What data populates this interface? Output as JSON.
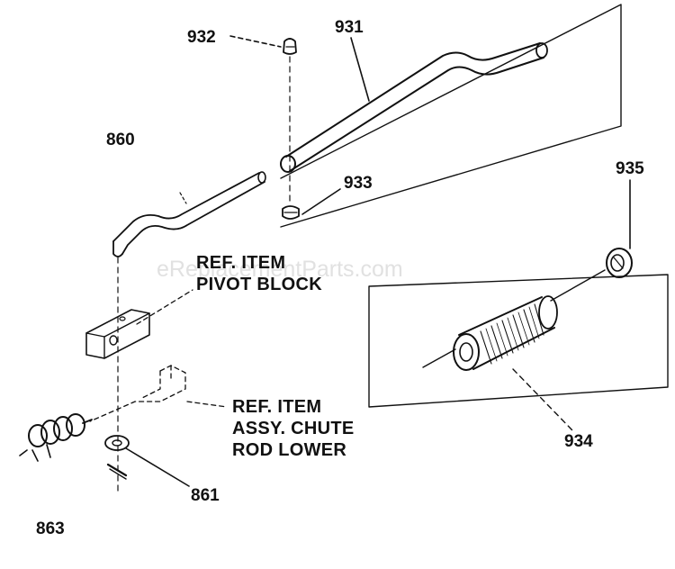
{
  "watermark": "eReplacementParts.com",
  "parts": [
    {
      "number": "932"
    },
    {
      "number": "931"
    },
    {
      "number": "860"
    },
    {
      "number": "933"
    },
    {
      "number": "935"
    },
    {
      "number": "934"
    },
    {
      "number": "861"
    },
    {
      "number": "863"
    }
  ],
  "callouts": {
    "pivot_block": [
      "REF. ITEM",
      "PIVOT BLOCK"
    ],
    "chute_rod": [
      "REF. ITEM",
      "ASSY. CHUTE",
      "ROD LOWER"
    ]
  },
  "colors": {
    "ink": "#111111",
    "paper": "#ffffff",
    "watermark": "#c9c9c9"
  }
}
